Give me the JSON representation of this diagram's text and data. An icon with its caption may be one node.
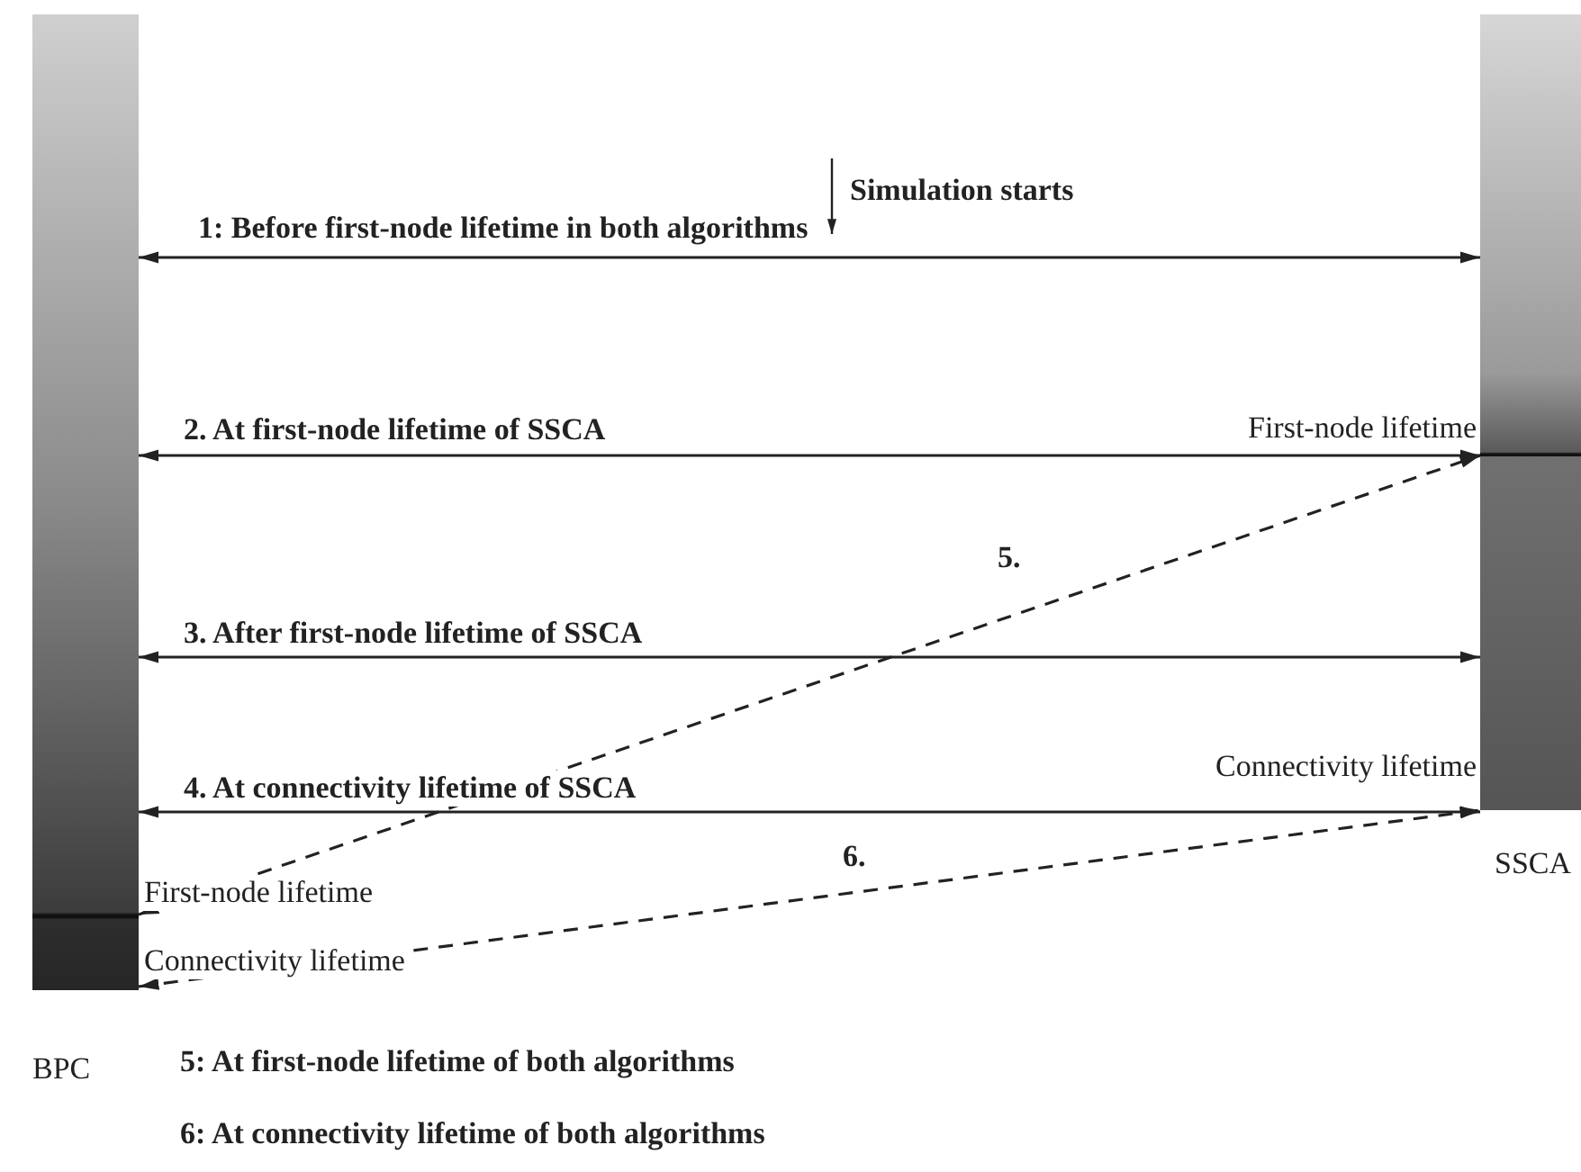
{
  "diagram": {
    "nodes": [
      {
        "text": [
          "BPC"
        ]
      },
      {
        "text": [
          "SSCA"
        ]
      }
    ],
    "edges": [
      {
        "from": 0,
        "to": 1,
        "arrow": "both",
        "label": "1: Before first-node lifetime in both algorithms"
      },
      {
        "from": 0,
        "to": 1,
        "arrow": "both",
        "label": "2. At first-node lifetime of SSCA"
      },
      {
        "from": 0,
        "to": 1,
        "arrow": "both",
        "label": "3. After first-node lifetime of SSCA"
      },
      {
        "from": 0,
        "to": 1,
        "arrow": "both",
        "label": "4. At connectivity lifetime of SSCA"
      },
      {
        "from": 0,
        "to": 1,
        "arrow": "both",
        "label": "5.",
        "style": "dashed"
      },
      {
        "from": 0,
        "to": 1,
        "arrow": "both",
        "label": "6.",
        "style": "dashed"
      }
    ],
    "labels": [
      "Simulation starts",
      "First-node lifetime",
      "Connectivity lifetime",
      "First-node lifetime",
      "Connectivity lifetime",
      "5: At first-node lifetime of both algorithms",
      "6: At connectivity lifetime of both algorithms"
    ]
  }
}
